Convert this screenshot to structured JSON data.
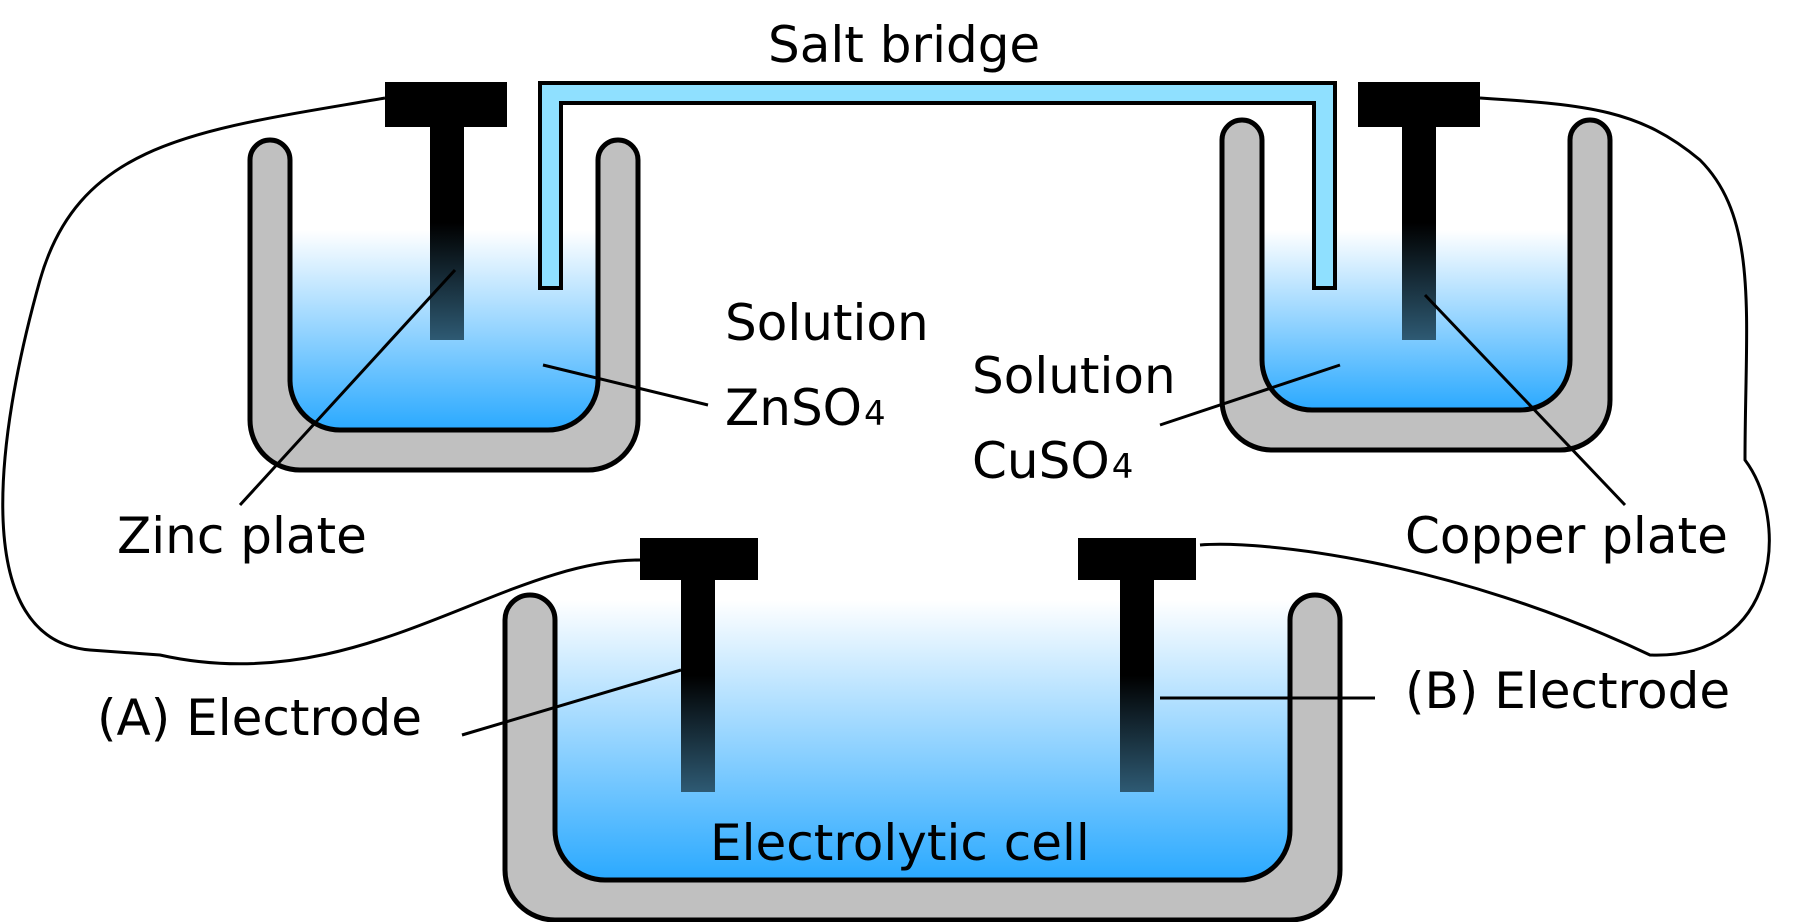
{
  "labels": {
    "salt_bridge": "Salt bridge",
    "solution_zn_word": "Solution",
    "solution_zn_formula": "ZnSO",
    "solution_zn_sub": "4",
    "solution_cu_word": "Solution",
    "solution_cu_formula": "CuSO",
    "solution_cu_sub": "4",
    "zinc_plate": "Zinc plate",
    "copper_plate": "Copper plate",
    "electrode_a": "(A) Electrode",
    "electrode_b": "(B) Electrode",
    "electrolytic_cell": "Electrolytic cell"
  },
  "colors": {
    "vessel_wall": "#c0c0c0",
    "solution_top": "#ffffff",
    "solution_bottom": "#2aa9ff",
    "salt_bridge_fill": "#8fe0ff",
    "electrode": "#000000",
    "electrode_tip": "#2e5a73"
  }
}
